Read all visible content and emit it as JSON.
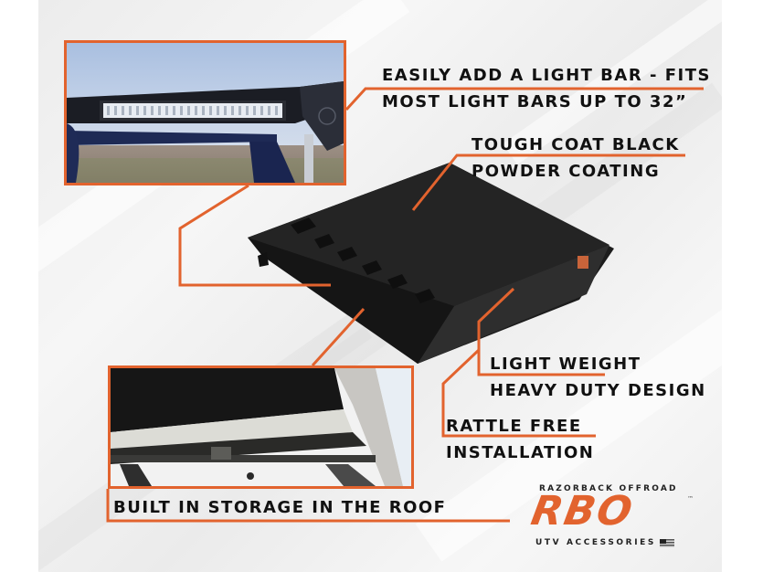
{
  "colors": {
    "accent": "#e2632e",
    "text": "#111111",
    "background": "#f0f0f0",
    "product": "#1f1f1f"
  },
  "callouts": {
    "light_bar": {
      "line1": "EASILY ADD A LIGHT BAR - FITS",
      "line2": "MOST LIGHT BARS UP TO 32”"
    },
    "coating": {
      "line1": "TOUGH COAT BLACK",
      "line2": "POWDER COATING"
    },
    "weight": {
      "line1": "LIGHT WEIGHT",
      "line2": "HEAVY DUTY DESIGN"
    },
    "rattle": {
      "line1": "RATTLE FREE",
      "line2": "INSTALLATION"
    },
    "storage": {
      "line1": "BUILT IN STORAGE IN THE ROOF"
    }
  },
  "photos": {
    "light_bar_photo": "light-bar-mounted-on-roof",
    "storage_photo": "underside-roof-storage",
    "product_render": "black-utv-roof"
  },
  "logo": {
    "top": "RAZORBACK OFFROAD",
    "main": "RBO",
    "trademark": "™",
    "bottom": "UTV ACCESSORIES",
    "flag_icon": "us-flag-icon"
  }
}
